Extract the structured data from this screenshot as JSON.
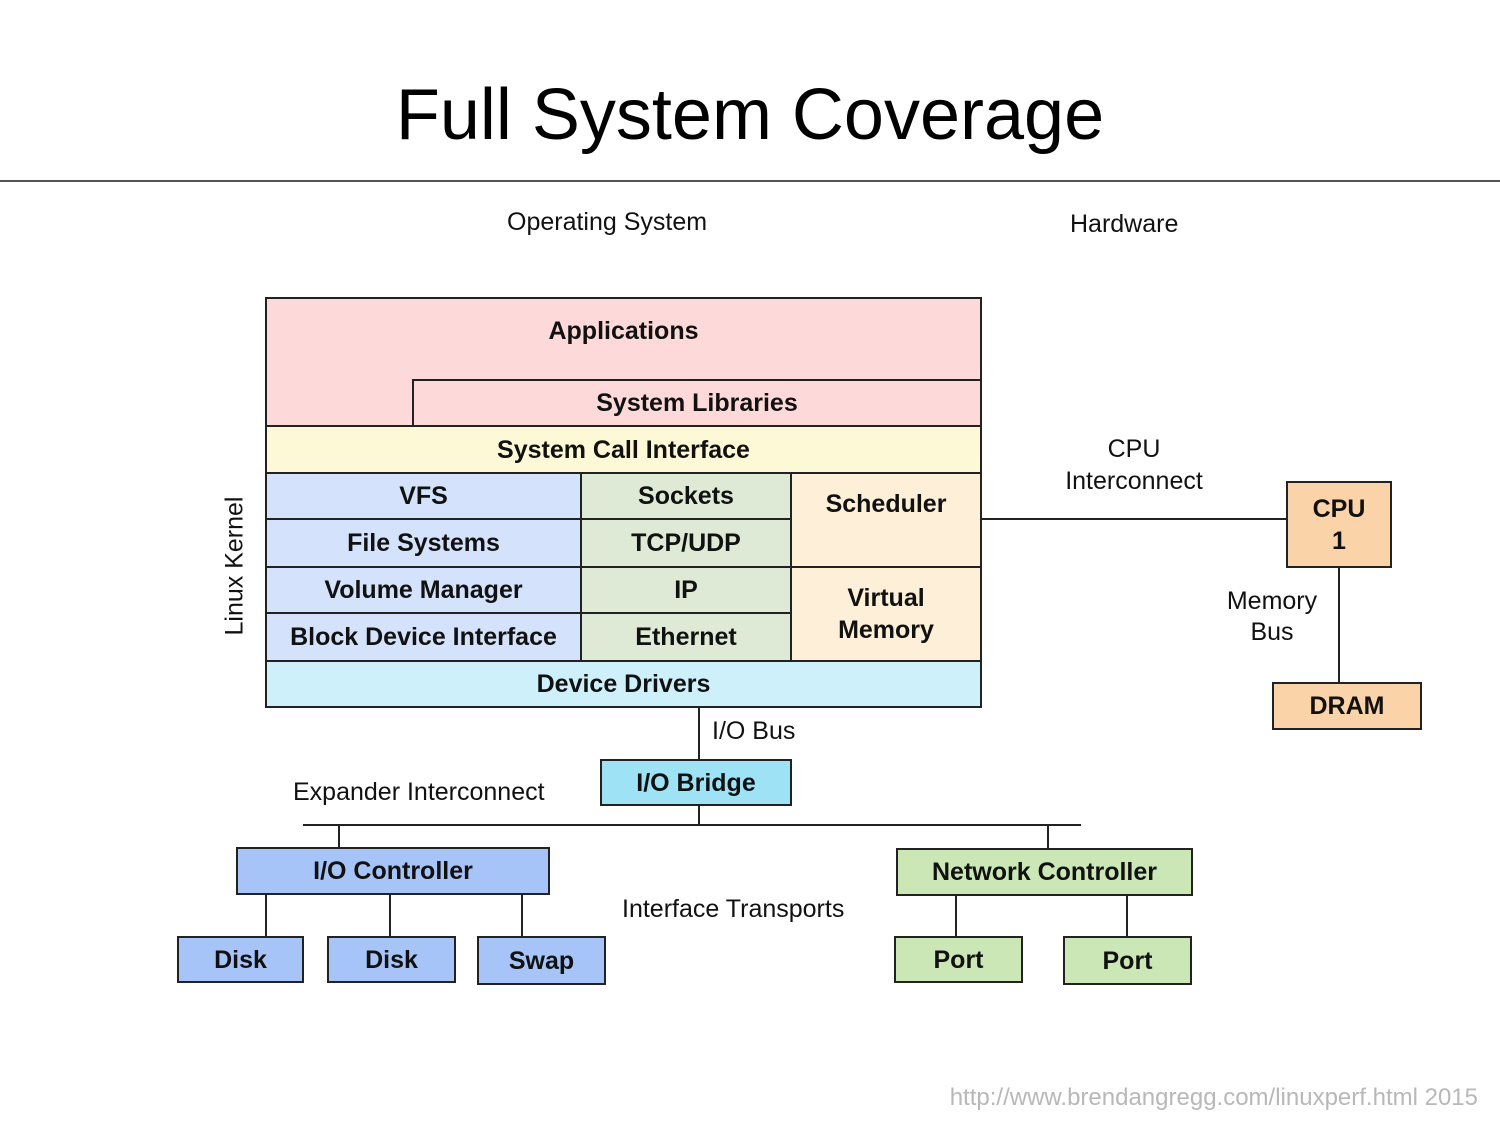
{
  "title": "Full System Coverage",
  "section_labels": {
    "operating_system": "Operating System",
    "hardware": "Hardware",
    "linux_kernel": "Linux Kernel"
  },
  "os_stack": {
    "applications": "Applications",
    "system_libraries": "System Libraries",
    "system_call_interface": "System Call Interface",
    "storage_column": [
      "VFS",
      "File Systems",
      "Volume Manager",
      "Block Device Interface"
    ],
    "network_column": [
      "Sockets",
      "TCP/UDP",
      "IP",
      "Ethernet"
    ],
    "scheduler": "Scheduler",
    "virtual_memory": "Virtual\nMemory",
    "device_drivers": "Device Drivers"
  },
  "hardware": {
    "cpu_interconnect": "CPU\nInterconnect",
    "cpu": "CPU\n1",
    "memory_bus": "Memory\nBus",
    "dram": "DRAM",
    "io_bus": "I/O Bus",
    "io_bridge": "I/O Bridge",
    "expander_interconnect": "Expander Interconnect",
    "io_controller": "I/O Controller",
    "interface_transports": "Interface Transports",
    "storage_devices": [
      "Disk",
      "Disk",
      "Swap"
    ],
    "network_controller": "Network Controller",
    "ports": [
      "Port",
      "Port"
    ]
  },
  "footer": "http://www.brendangregg.com/linuxperf.html 2015",
  "colors": {
    "applications": "#fdd9d9",
    "syscall": "#fdf8d6",
    "storage": "#d4e2fb",
    "network": "#deead5",
    "cpu_mem": "#fdefd8",
    "drivers": "#cdf0fb",
    "io_bridge": "#9ee3f5",
    "cpu_box": "#fbd3a8",
    "io_controller": "#a7c4f8",
    "network_controller": "#cbe7b6"
  }
}
